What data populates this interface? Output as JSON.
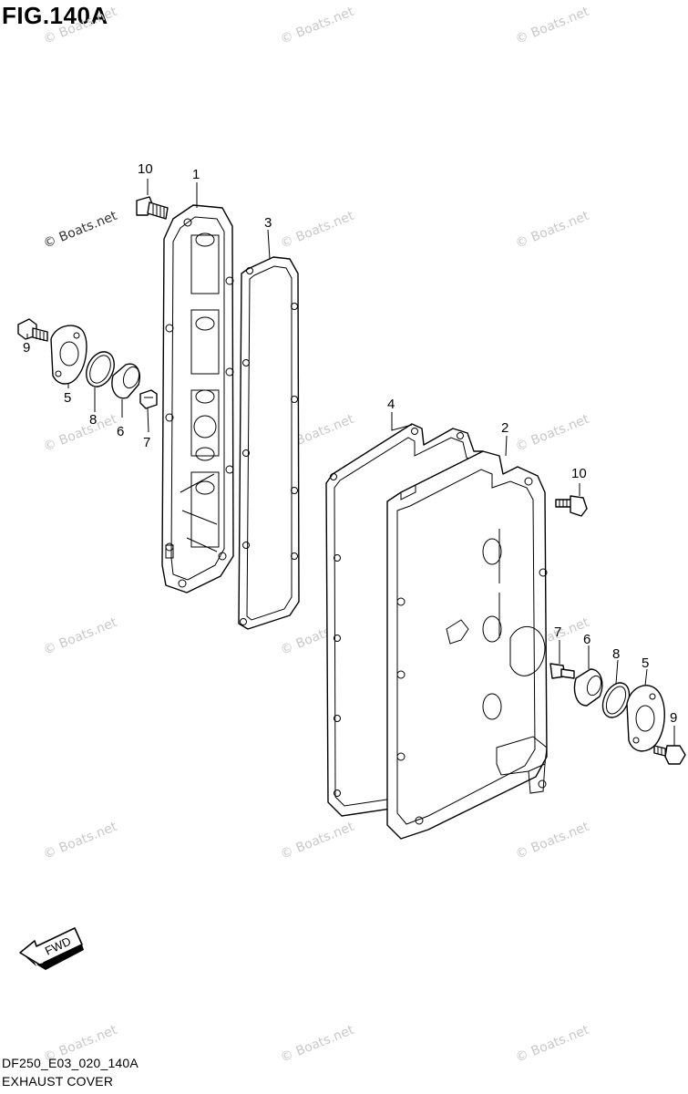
{
  "figure": {
    "title": "FIG.140A",
    "drawing_code": "DF250_E03_020_140A",
    "name": "EXHAUST COVER"
  },
  "callouts": [
    {
      "id": "c1",
      "label": "1"
    },
    {
      "id": "c2",
      "label": "2"
    },
    {
      "id": "c3",
      "label": "3"
    },
    {
      "id": "c4",
      "label": "4"
    },
    {
      "id": "c5a",
      "label": "5"
    },
    {
      "id": "c5b",
      "label": "5"
    },
    {
      "id": "c6a",
      "label": "6"
    },
    {
      "id": "c6b",
      "label": "6"
    },
    {
      "id": "c7a",
      "label": "7"
    },
    {
      "id": "c7b",
      "label": "7"
    },
    {
      "id": "c8a",
      "label": "8"
    },
    {
      "id": "c8b",
      "label": "8"
    },
    {
      "id": "c9a",
      "label": "9"
    },
    {
      "id": "c9b",
      "label": "9"
    },
    {
      "id": "c10a",
      "label": "10"
    },
    {
      "id": "c10b",
      "label": "10"
    }
  ],
  "direction_arrow": {
    "label": "FWD"
  },
  "watermark": {
    "text": "© Boats.net"
  }
}
